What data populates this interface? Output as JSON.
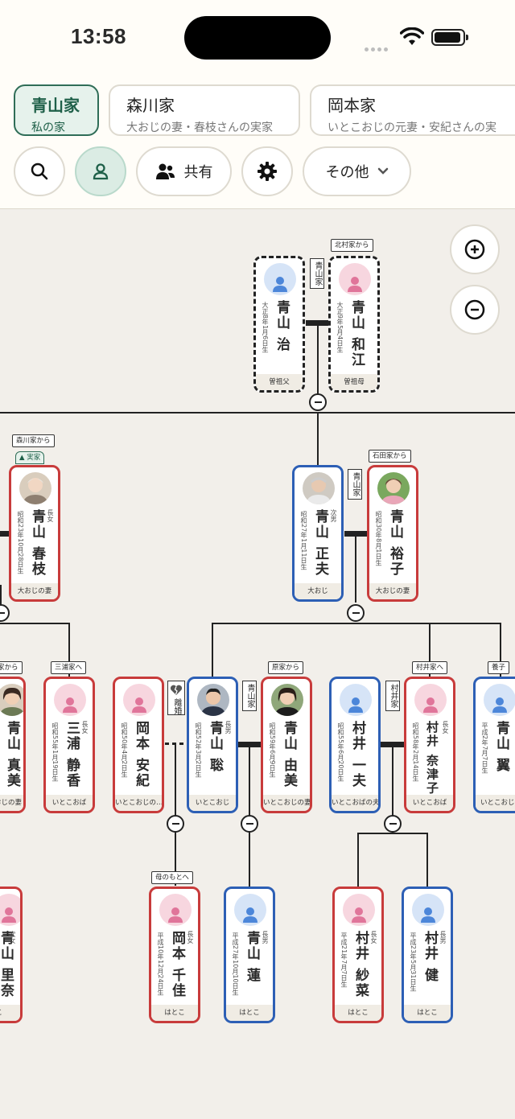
{
  "status": {
    "time": "13:58"
  },
  "family_tabs": [
    {
      "name": "青山家",
      "sub": "私の家",
      "active": true
    },
    {
      "name": "森川家",
      "sub": "大おじの妻・春枝さんの実家",
      "active": false
    },
    {
      "name": "岡本家",
      "sub": "いとこおじの元妻・安紀さんの実",
      "active": false
    }
  ],
  "toolbar": {
    "share_label": "共有",
    "more_label": "その他"
  },
  "tree": {
    "gen1": {
      "osamu": {
        "name": "青山 治",
        "birth": "大正8年1月6日生",
        "role": "曽祖父"
      },
      "kazue": {
        "name": "青山 和江",
        "birth": "大正9年5月4日生",
        "role": "曽祖母",
        "from": "北村家から"
      },
      "house_tag": "青山家"
    },
    "gen2": {
      "harue": {
        "name": "青山 春枝",
        "birth": "昭和23年10月28日生",
        "rank": "長女",
        "role": "大おじの妻",
        "from": "森川家から",
        "home_label": "実家"
      },
      "masao": {
        "name": "青山 正夫",
        "birth": "昭和27年1月11日生",
        "rank": "次男",
        "role": "大おじ"
      },
      "hiroko": {
        "name": "青山 裕子",
        "birth": "昭和30年8月1日生",
        "role": "大おじの妻",
        "from": "石田家から"
      },
      "house_tag": "青山家"
    },
    "gen3": {
      "left_partial": {
        "name": "青山 真美",
        "role": "おじの妻",
        "from": "家から"
      },
      "shizuka": {
        "name": "三浦 静香",
        "birth": "昭和55年1月19日生",
        "rank": "長女",
        "role": "いとこおば",
        "to": "三浦家へ"
      },
      "aki": {
        "name": "岡本 安紀",
        "birth": "昭和50年4月2日生",
        "role": "いとこおじの…"
      },
      "divorce": "離婚",
      "satoshi": {
        "name": "青山 聡",
        "birth": "昭和52年3月2日生",
        "rank": "長男",
        "role": "いとこおじ"
      },
      "yumi": {
        "name": "青山 由美",
        "birth": "昭和59年6月9日生",
        "role": "いとこおじの妻",
        "from": "原家から"
      },
      "kazuo": {
        "name": "村井 一夫",
        "birth": "昭和55年6月20日生",
        "role": "いとこおばの夫"
      },
      "natsuko": {
        "name": "村井 奈津子",
        "birth": "昭和58年2月14日生",
        "rank": "長女",
        "role": "いとこおば",
        "to": "村井家へ"
      },
      "tsubasa": {
        "name": "青山 翼",
        "birth": "平成2年7月7日生",
        "role": "いとこおじ",
        "from": "養子"
      },
      "house_tag_aoyama": "青山家",
      "house_tag_murai": "村井家"
    },
    "gen4": {
      "left_partial": {
        "name": "青山 里奈",
        "rank": "次女",
        "role": "はとこ"
      },
      "chika": {
        "name": "岡本 千佳",
        "birth": "平成10年12月24日生",
        "rank": "長女",
        "role": "はとこ",
        "to": "母のもとへ"
      },
      "ren": {
        "name": "青山 蓮",
        "birth": "平成27年10月10日生",
        "rank": "長男",
        "role": "はとこ"
      },
      "sana": {
        "name": "村井 紗菜",
        "birth": "平成21年7月7日生",
        "rank": "長女",
        "role": "はとこ"
      },
      "ken": {
        "name": "村井 健",
        "birth": "平成23年5月31日生",
        "rank": "長男",
        "role": "はとこ"
      }
    }
  },
  "colors": {
    "female_border": "#c83b3b",
    "male_border": "#2d5fb5",
    "accent": "#1f6049"
  }
}
